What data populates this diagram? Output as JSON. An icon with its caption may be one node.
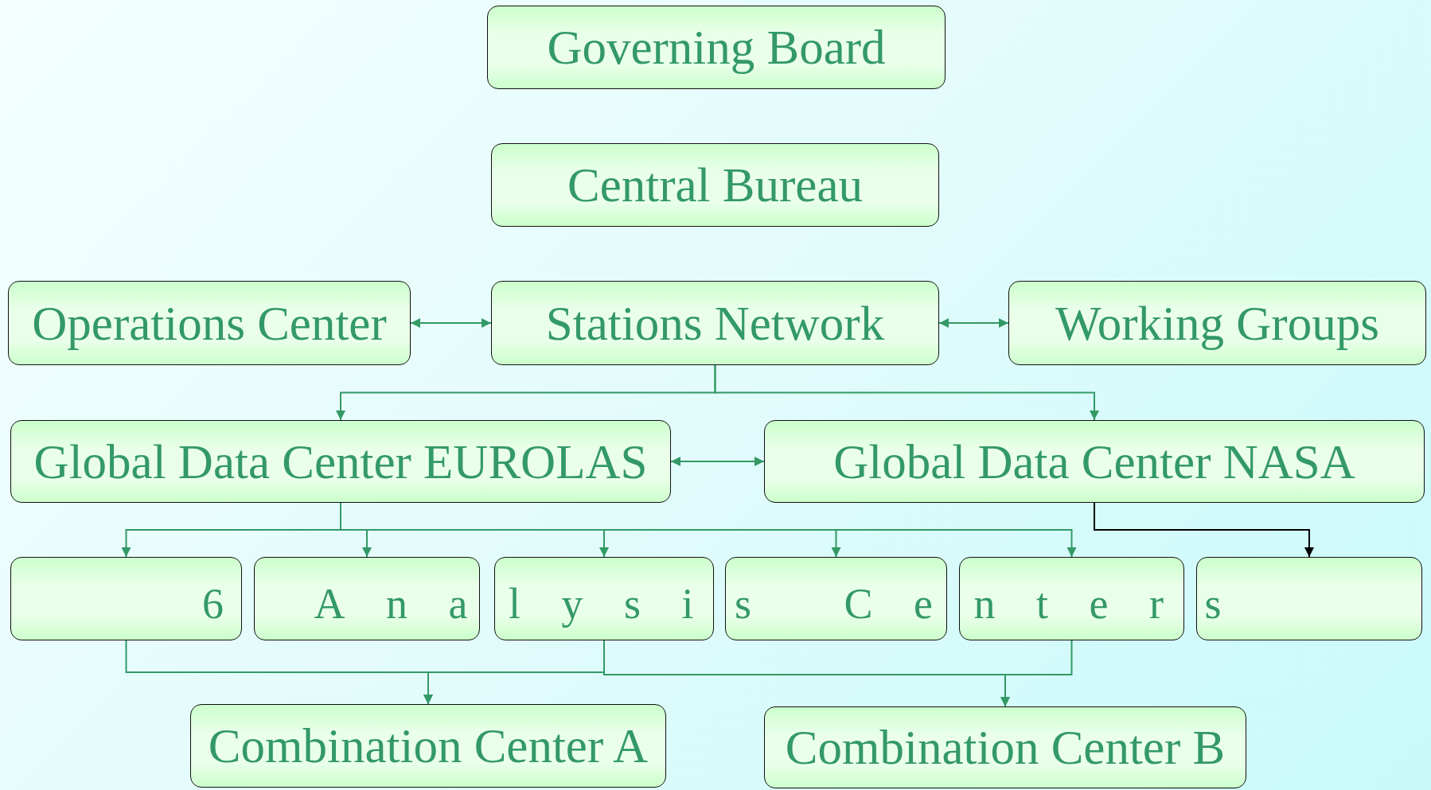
{
  "diagram": {
    "nodes": [
      {
        "text": [
          "Governing Board"
        ]
      },
      {
        "text": [
          "Central Bureau"
        ]
      },
      {
        "text": [
          "Operations Center"
        ]
      },
      {
        "text": [
          "Stations Network"
        ]
      },
      {
        "text": [
          "Working Groups"
        ]
      },
      {
        "text": [
          "Global Data Center EUROLAS"
        ]
      },
      {
        "text": [
          "Global Data Center NASA"
        ]
      },
      {
        "text": [],
        "shape": "box"
      },
      {
        "text": [],
        "shape": "box"
      },
      {
        "text": [],
        "shape": "box"
      },
      {
        "text": [],
        "shape": "box"
      },
      {
        "text": [],
        "shape": "box"
      },
      {
        "text": [],
        "shape": "box"
      },
      {
        "text": [
          "Combination Center A"
        ]
      },
      {
        "text": [
          "Combination Center B"
        ]
      }
    ],
    "edges": [
      {
        "from": 2,
        "to": 3,
        "arrow": "both"
      },
      {
        "from": 3,
        "to": 4,
        "arrow": "both"
      },
      {
        "from": 3,
        "to": 5,
        "arrow": "to"
      },
      {
        "from": 3,
        "to": 6,
        "arrow": "to"
      },
      {
        "from": 5,
        "to": 6,
        "arrow": "both"
      },
      {
        "from": 5,
        "to": 7,
        "arrow": "to"
      },
      {
        "from": 5,
        "to": 8,
        "arrow": "to"
      },
      {
        "from": 5,
        "to": 9,
        "arrow": "to"
      },
      {
        "from": 5,
        "to": 10,
        "arrow": "to"
      },
      {
        "from": 5,
        "to": 11,
        "arrow": "to"
      },
      {
        "from": 6,
        "to": 12,
        "arrow": "to",
        "color": "#000000"
      },
      {
        "from": 7,
        "to": 13,
        "arrow": "to"
      },
      {
        "from": 9,
        "to": 13,
        "arrow": "to"
      },
      {
        "from": 9,
        "to": 14,
        "arrow": "to"
      },
      {
        "from": 11,
        "to": 14,
        "arrow": "to"
      }
    ],
    "labels": [
      "6 Analysis Centers"
    ]
  }
}
